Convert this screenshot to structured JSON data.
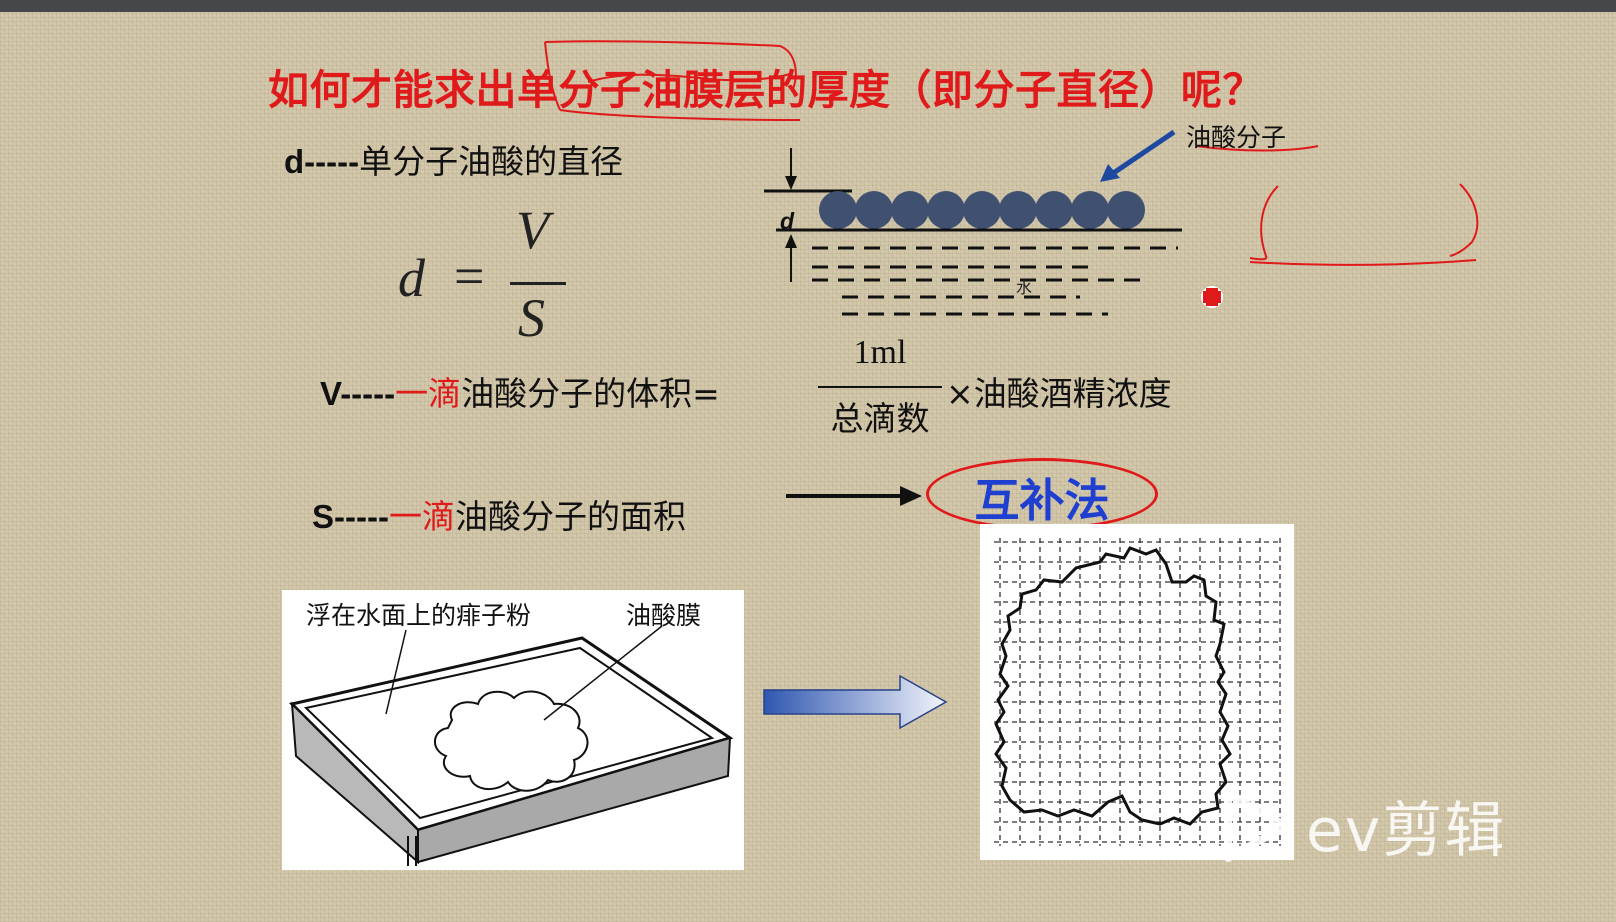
{
  "slide": {
    "title": "如何才能求出单分子油膜层的厚度（即分子直径）呢？",
    "d_line": {
      "prefix": "d-----",
      "text": "单分子油酸的直径"
    },
    "formula": {
      "lhs": "d",
      "eq": "=",
      "numerator": "V",
      "denominator": "S"
    },
    "v_line": {
      "prefix": "V-----",
      "highlight": "一滴",
      "text": "油酸分子的体积=",
      "frac_num": "1ml",
      "frac_den": "总滴数",
      "suffix": "×油酸酒精浓度"
    },
    "s_line": {
      "prefix": "S-----",
      "highlight": "一滴",
      "text": "油酸分子的面积",
      "method": "互补法"
    },
    "diagram": {
      "molecule_label": "油酸分子",
      "d_label": "d",
      "water_label": "水"
    },
    "tray_panel": {
      "label_powder": "浮在水面上的痱子粉",
      "label_film": "油酸膜"
    },
    "watermark": {
      "text": "ev剪辑"
    },
    "colors": {
      "accent_red": "#e01a1a",
      "method_blue": "#1f3fd0",
      "molecule": "#3f5070",
      "background": "#d2c6a9"
    }
  }
}
